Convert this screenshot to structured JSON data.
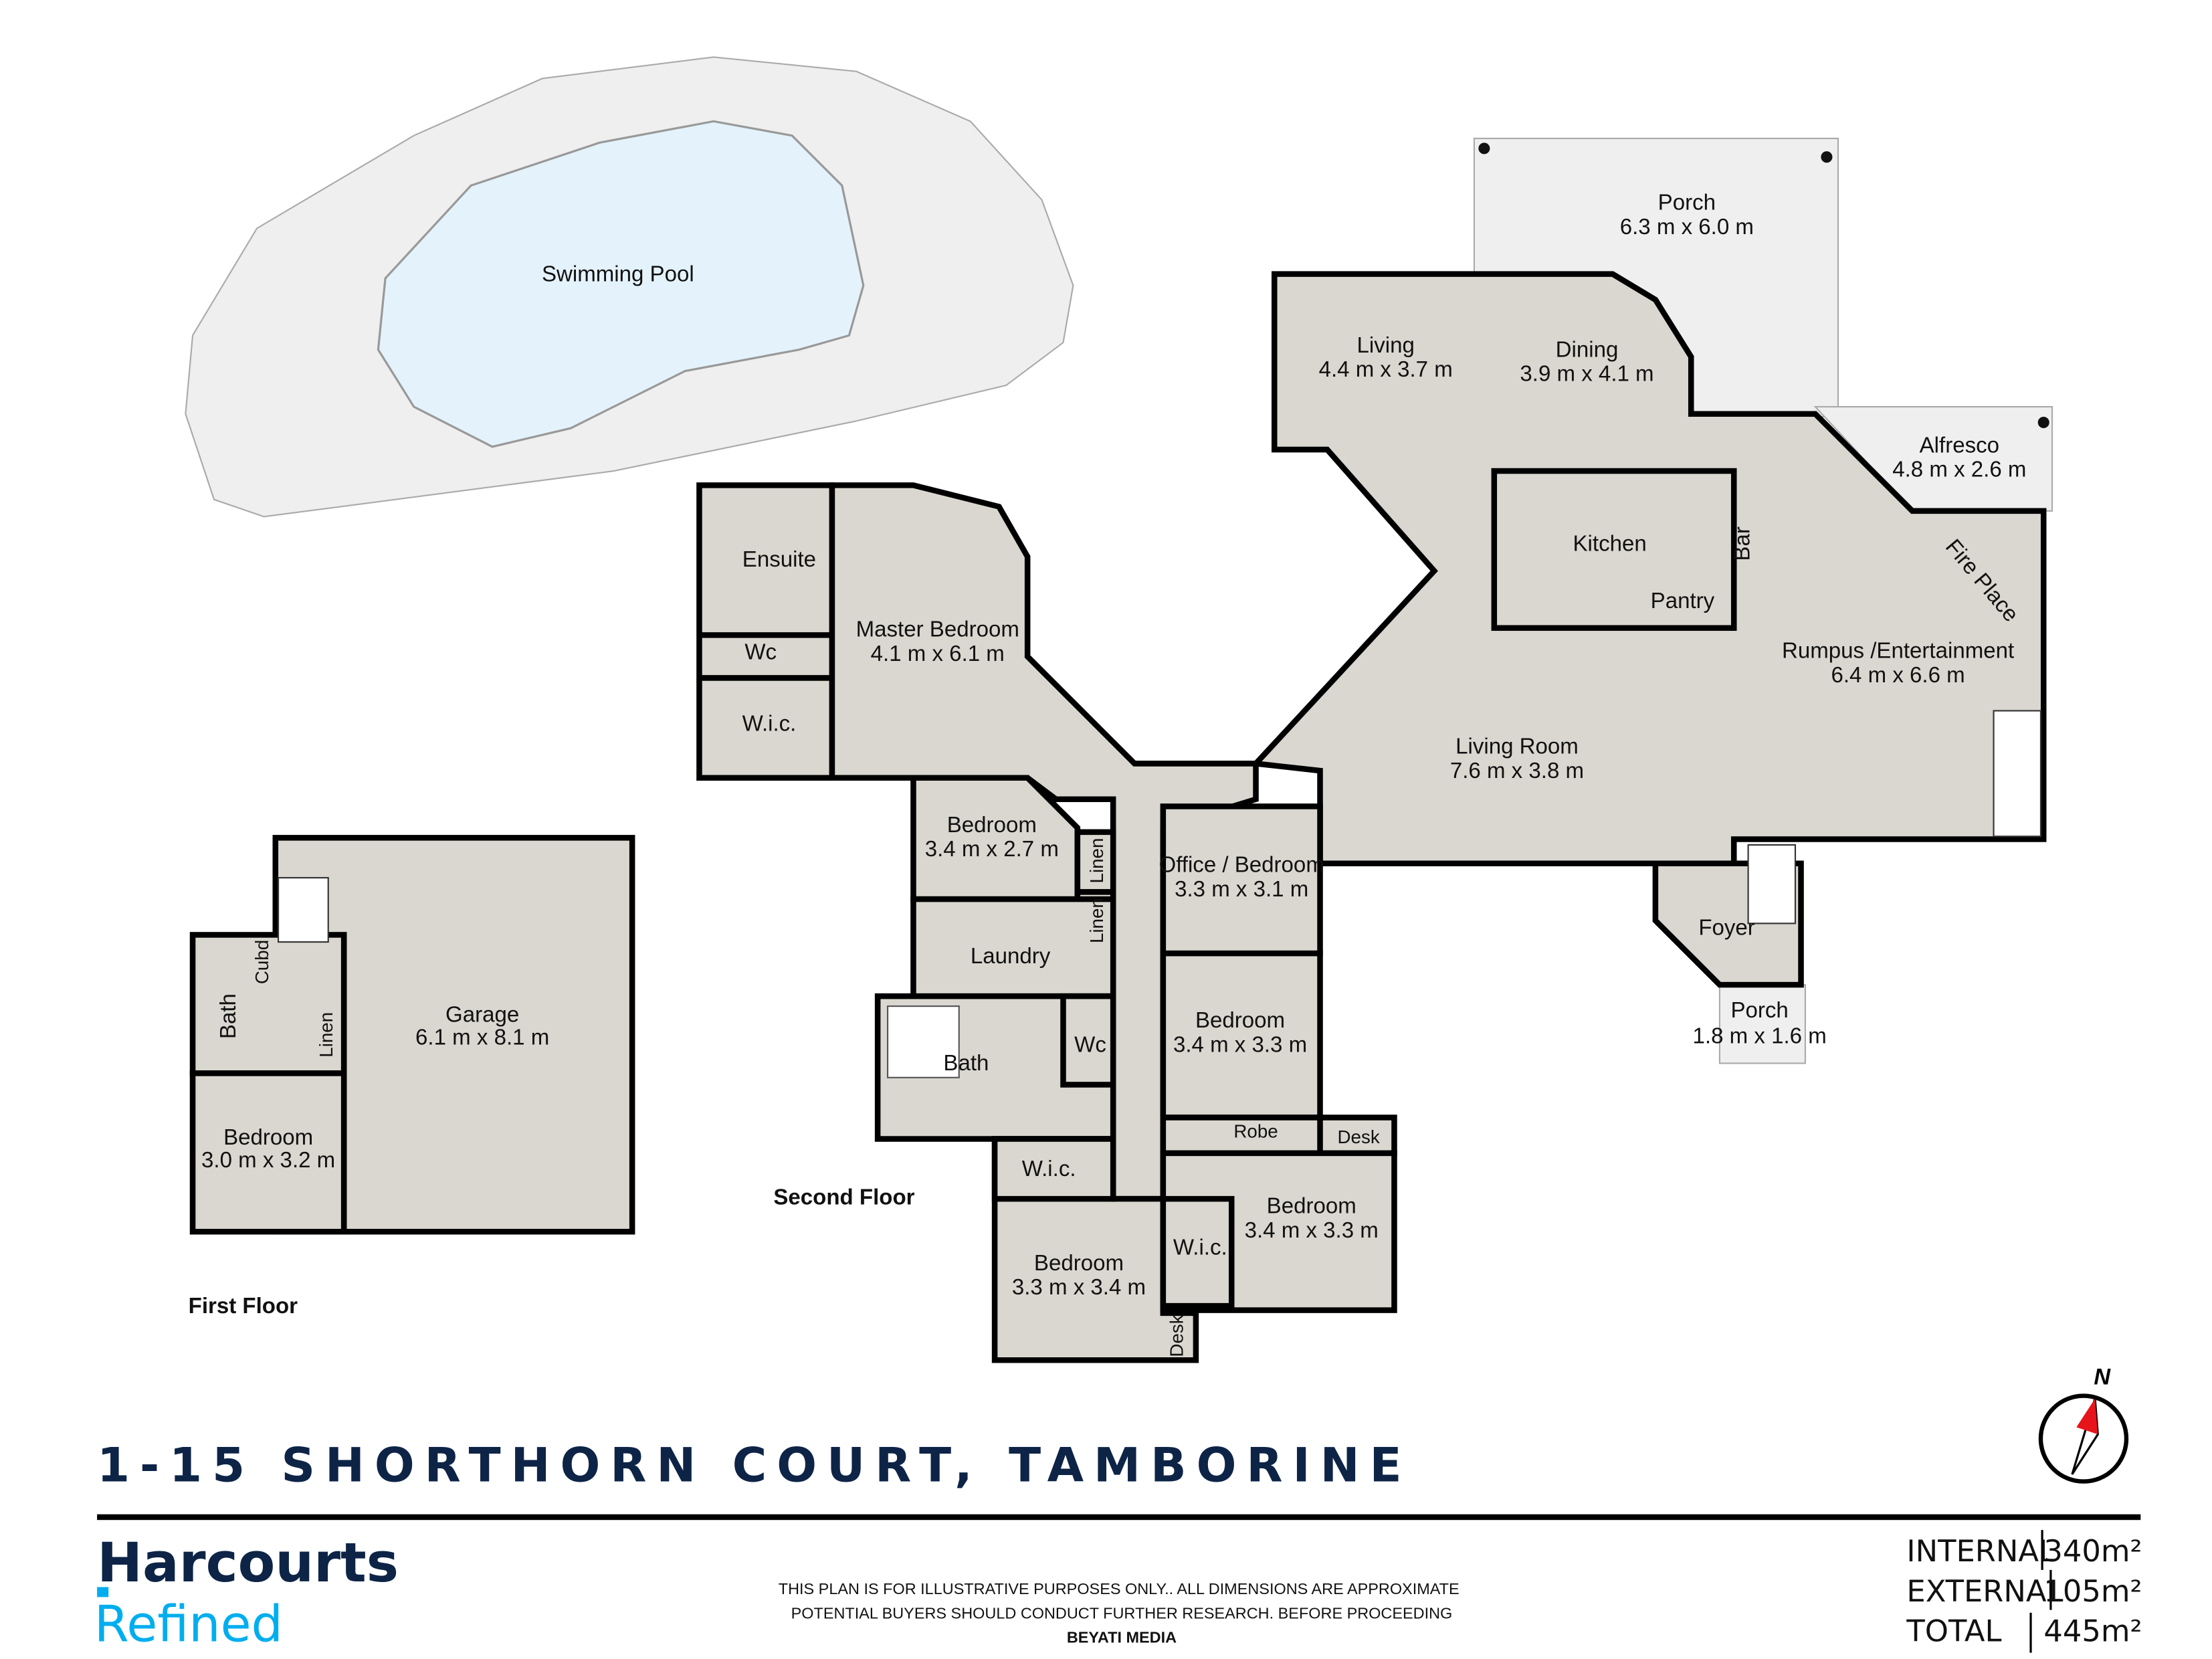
{
  "title": "1-15 SHORTHORN COURT, TAMBORINE",
  "floors": {
    "second": "Second Floor",
    "first": "First Floor"
  },
  "outdoor": {
    "pool": "Swimming Pool",
    "porch_top": {
      "name": "Porch",
      "dims": "6.3 m x 6.0 m"
    },
    "alfresco": {
      "name": "Alfresco",
      "dims": "4.8 m x 2.6 m"
    },
    "porch_front": {
      "name": "Porch",
      "dims": "1.8 m x 1.6 m"
    }
  },
  "rooms": {
    "living": {
      "name": "Living",
      "dims": "4.4 m x 3.7 m"
    },
    "dining": {
      "name": "Dining",
      "dims": "3.9 m x 4.1 m"
    },
    "kitchen": {
      "name": "Kitchen"
    },
    "bar": {
      "name": "Bar"
    },
    "pantry": {
      "name": "Pantry"
    },
    "fireplace": {
      "name": "Fire Place"
    },
    "rumpus": {
      "name": "Rumpus /Entertainment",
      "dims": "6.4 m x 6.6 m"
    },
    "living_room": {
      "name": "Living Room",
      "dims": "7.6 m x 3.8 m"
    },
    "foyer": {
      "name": "Foyer"
    },
    "ensuite": {
      "name": "Ensuite"
    },
    "wc1": {
      "name": "Wc"
    },
    "wic1": {
      "name": "W.i.c."
    },
    "master": {
      "name": "Master Bedroom",
      "dims": "4.1 m x 6.1 m"
    },
    "bed2": {
      "name": "Bedroom",
      "dims": "3.4 m x 2.7 m"
    },
    "linen1": {
      "name": "Linen"
    },
    "linen2": {
      "name": "Linen"
    },
    "laundry": {
      "name": "Laundry"
    },
    "office": {
      "name": "Office / Bedroom",
      "dims": "3.3 m x 3.1 m"
    },
    "bed3": {
      "name": "Bedroom",
      "dims": "3.4 m x 3.3 m"
    },
    "robe": {
      "name": "Robe"
    },
    "desk1": {
      "name": "Desk"
    },
    "bath": {
      "name": "Bath"
    },
    "wc2": {
      "name": "Wc"
    },
    "wic2": {
      "name": "W.i.c."
    },
    "bed4": {
      "name": "Bedroom",
      "dims": "3.4 m x 3.3 m"
    },
    "wic3": {
      "name": "W.i.c."
    },
    "bed5": {
      "name": "Bedroom",
      "dims": "3.3 m x 3.4 m"
    },
    "desk2": {
      "name": "Desk"
    },
    "garage": {
      "name": "Garage",
      "dims": "6.1 m x 8.1 m"
    },
    "cubd": {
      "name": "Cubd"
    },
    "bath2": {
      "name": "Bath"
    },
    "linen3": {
      "name": "Linen"
    },
    "bed6": {
      "name": "Bedroom",
      "dims": "3.0 m x 3.2 m"
    }
  },
  "compass": {
    "label": "N",
    "needle_color": "#e8141b"
  },
  "brand": {
    "name": "Harcourts",
    "sub": "Refined",
    "primary_color": "#0d2447",
    "accent_color": "#00aeef"
  },
  "disclaimer": [
    "THIS PLAN IS FOR ILLUSTRATIVE PURPOSES ONLY.. ALL DIMENSIONS ARE APPROXIMATE",
    "POTENTIAL BUYERS SHOULD CONDUCT  FURTHER RESEARCH. BEFORE PROCEEDING",
    "BEYATI MEDIA"
  ],
  "areas": [
    {
      "label": "INTERNAL",
      "value": "340m²"
    },
    {
      "label": "EXTERNAL",
      "value": "105m²"
    },
    {
      "label": "TOTAL",
      "value": "445m²"
    }
  ]
}
